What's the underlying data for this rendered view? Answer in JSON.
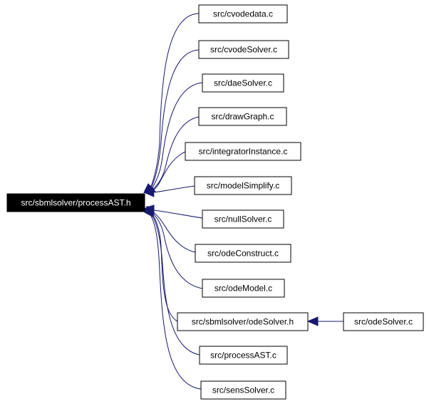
{
  "graph": {
    "root": {
      "id": "root",
      "label": "src/sbmlsolver/processAST.h"
    },
    "nodes": [
      {
        "id": "n1",
        "label": "src/cvodedata.c"
      },
      {
        "id": "n2",
        "label": "src/cvodeSolver.c"
      },
      {
        "id": "n3",
        "label": "src/daeSolver.c"
      },
      {
        "id": "n4",
        "label": "src/drawGraph.c"
      },
      {
        "id": "n5",
        "label": "src/integratorInstance.c"
      },
      {
        "id": "n6",
        "label": "src/modelSimplify.c"
      },
      {
        "id": "n7",
        "label": "src/nullSolver.c"
      },
      {
        "id": "n8",
        "label": "src/odeConstruct.c"
      },
      {
        "id": "n9",
        "label": "src/odeModel.c"
      },
      {
        "id": "n10",
        "label": "src/sbmlsolver/odeSolver.h"
      },
      {
        "id": "n11",
        "label": "src/processAST.c"
      },
      {
        "id": "n12",
        "label": "src/sensSolver.c"
      },
      {
        "id": "n13",
        "label": "src/odeSolver.c"
      }
    ],
    "edges": [
      {
        "from": "n1",
        "to": "root"
      },
      {
        "from": "n2",
        "to": "root"
      },
      {
        "from": "n3",
        "to": "root"
      },
      {
        "from": "n4",
        "to": "root"
      },
      {
        "from": "n5",
        "to": "root"
      },
      {
        "from": "n6",
        "to": "root"
      },
      {
        "from": "n7",
        "to": "root"
      },
      {
        "from": "n8",
        "to": "root"
      },
      {
        "from": "n9",
        "to": "root"
      },
      {
        "from": "n10",
        "to": "root"
      },
      {
        "from": "n11",
        "to": "root"
      },
      {
        "from": "n12",
        "to": "root"
      },
      {
        "from": "n13",
        "to": "n10"
      }
    ],
    "colors": {
      "edge": "#191970",
      "root_fill": "#000000",
      "root_text": "#ffffff",
      "node_fill": "#ffffff",
      "node_border": "#000000"
    }
  }
}
